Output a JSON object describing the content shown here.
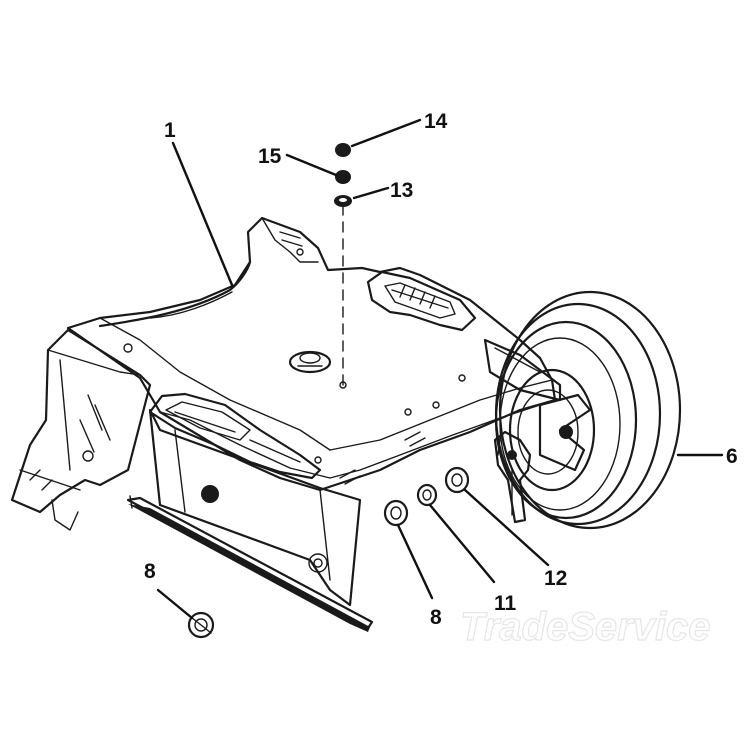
{
  "diagram": {
    "callouts": {
      "c1": "1",
      "c6": "6",
      "c8a": "8",
      "c8b": "8",
      "c11": "11",
      "c12": "12",
      "c13": "13",
      "c14": "14",
      "c15": "15"
    },
    "watermark": "TradeService"
  },
  "colors": {
    "ink": "#1a1a1a",
    "background": "#ffffff",
    "watermark": "#e6e6e6"
  }
}
